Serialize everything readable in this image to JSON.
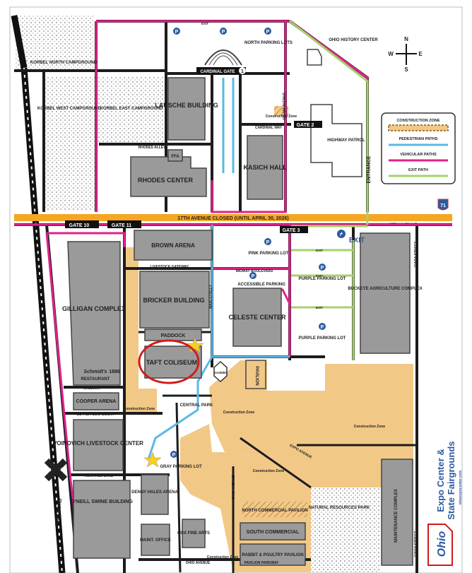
{
  "compass": {
    "n": "N",
    "s": "S",
    "e": "E",
    "w": "W"
  },
  "legend": {
    "construction": "CONSTRUCTION ZONE",
    "pedestrian": "PEDESTRIAN PATHS",
    "vehicular": "VEHICULAR PATHS",
    "exit_path": "EXIT PATH"
  },
  "colors": {
    "vehicular": "#e0218a",
    "pedestrian": "#5bb8e6",
    "exit_path": "#a6d26c",
    "construction": "#f2c887",
    "banner": "#f5a623"
  },
  "banner": {
    "closure": "17TH AVENUE CLOSED (UNTIL APRIL 30, 2026)",
    "right": "17TH AVENUE"
  },
  "gates": {
    "cardinal": "CARDINAL GATE",
    "cardinal_num": "1",
    "gate2": "GATE 2",
    "gate3": "GATE 3",
    "gate10": "GATE 10",
    "gate11": "GATE 11"
  },
  "exit_label": "EXIT",
  "interstate": "71",
  "buildings": {
    "lausche": "LAUSCHE BUILDING",
    "kasich": "KASICH HALL",
    "rhodes": "RHODES CENTER",
    "ffa": "FFA",
    "history": "OHIO HISTORY CENTER",
    "patrol": "HIGHWAY PATROL",
    "brown": "BROWN ARENA",
    "bricker": "BRICKER BUILDING",
    "paddock": "PADDOCK",
    "taft": "TAFT COLISEUM",
    "gilligan": "GILLIGAN COMPLEX",
    "celeste": "CELESTE CENTER",
    "buckeye": "BUCKEYE AGRICULTURE COMPLEX",
    "cooper": "COOPER ARENA",
    "voinovich": "VOINOVICH LIVESTOCK CENTER",
    "oneill": "O'NEILL SWINE BUILDING",
    "denny": "DENNY HALES ARENA",
    "cox": "COX FINE ARTS",
    "maint": "MAINT. OFFICE",
    "north_commercial": "NORTH COMMERCIAL PAVILION",
    "south_commercial": "SOUTH COMMERCIAL",
    "rabbit": "RABBIT & POULTRY PAVILION",
    "maintenance_complex": "MAINTENANCE COMPLEX",
    "gazebo": "GAZEBO",
    "pavilion": "PAVILION",
    "restaurant": "RESTAURANT",
    "schmidt": "Schmidt's",
    "schmidt_year": "1886"
  },
  "campgrounds": {
    "north": "KORBEL NORTH CAMPGROUND",
    "west": "KORBEL WEST CAMPGROUND",
    "east": "KORBEL EAST CAMPGROUND"
  },
  "parking": {
    "north": "NORTH PARKING LOTS",
    "pink": "PINK PARKING LOT",
    "accessible": "ACCESSIBLE PARKING",
    "purple1": "PURPLE PARKING LOT",
    "purple2": "PURPLE PARKING LOT",
    "gray": "GRAY PARKING LOT",
    "p": "P"
  },
  "areas": {
    "central_park": "CENTRAL PARK",
    "natural_resources": "NATURAL RESOURCES PARK",
    "construction_zone": "Construction Zone"
  },
  "roads": {
    "korbel_north": "KORBEL NORTH CAMPGROUND",
    "cardinal_way": "CARDINAL WAY",
    "rhodes_alley": "RHODES ALLEY",
    "velma": "VELMA AVENUE",
    "entrance": "ENTRANCE",
    "livestock_gateway": "LIVESTOCK GATEWAY",
    "midway_blvd": "MIDWAY BOULEVARD",
    "main_street": "MAIN STREET",
    "mallway": "MALLWAY",
    "butter_cow": "BUTTER COW COURT",
    "heritage": "HERITAGE LANE",
    "expo": "EXPO AVENUE",
    "ohio_ave": "OHIO AVENUE",
    "pavilion_pkwy": "PAVILION PARKWAY",
    "ciara": "CIARA STREET",
    "railroad": "RAIL ROAD",
    "rr": "R",
    "rr2": "R",
    "exit_sm": "EXIT"
  },
  "brand": {
    "line1": "Expo Center &",
    "line2": "State Fairgrounds",
    "url": "ohioexpocenter.com",
    "ohio": "Ohio"
  }
}
